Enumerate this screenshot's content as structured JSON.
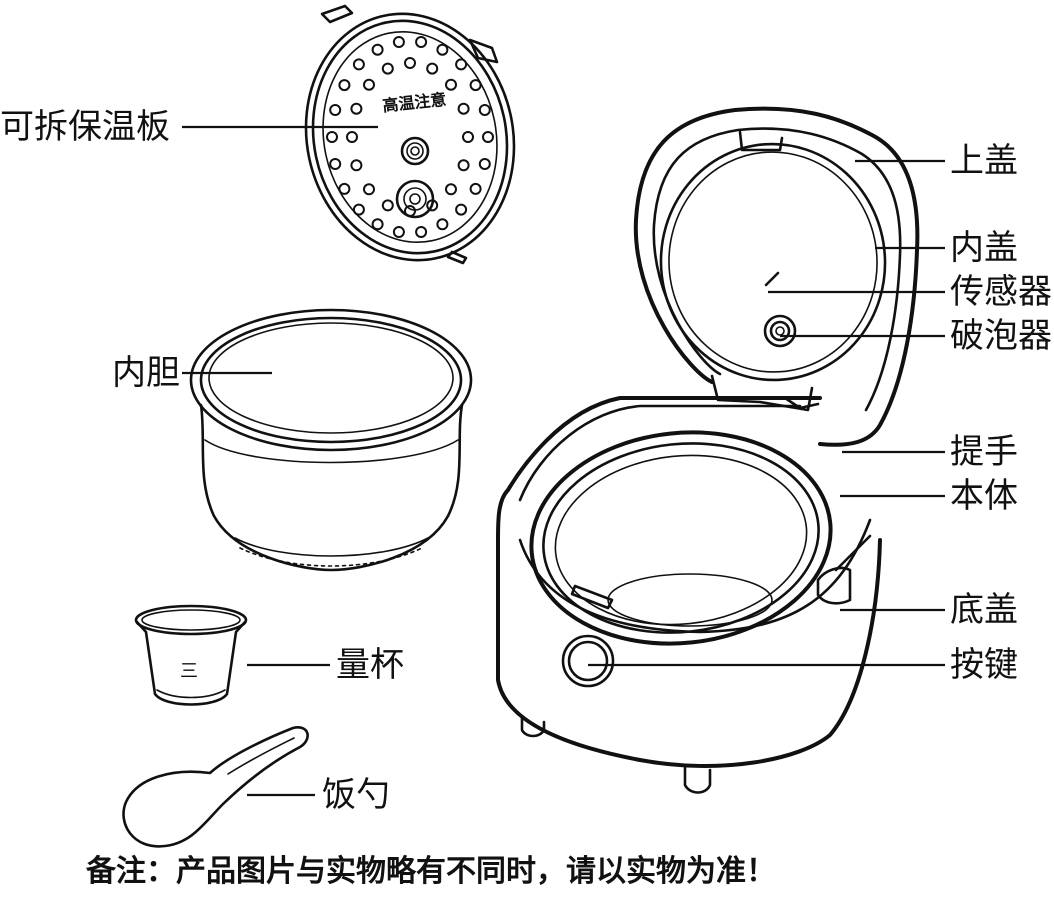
{
  "labels": {
    "detachable_plate": "可拆保温板",
    "inner_pot": "内胆",
    "measuring_cup": "量杯",
    "rice_spoon": "饭勺",
    "top_lid": "上盖",
    "inner_lid": "内盖",
    "sensor": "传感器",
    "bubble_breaker": "破泡器",
    "handle": "提手",
    "body": "本体",
    "bottom_cover": "底盖",
    "button": "按键"
  },
  "plate_text": "高温注意",
  "cup_mark": "三",
  "footnote": "备注：产品图片与实物略有不同时，请以实物为准！"
}
